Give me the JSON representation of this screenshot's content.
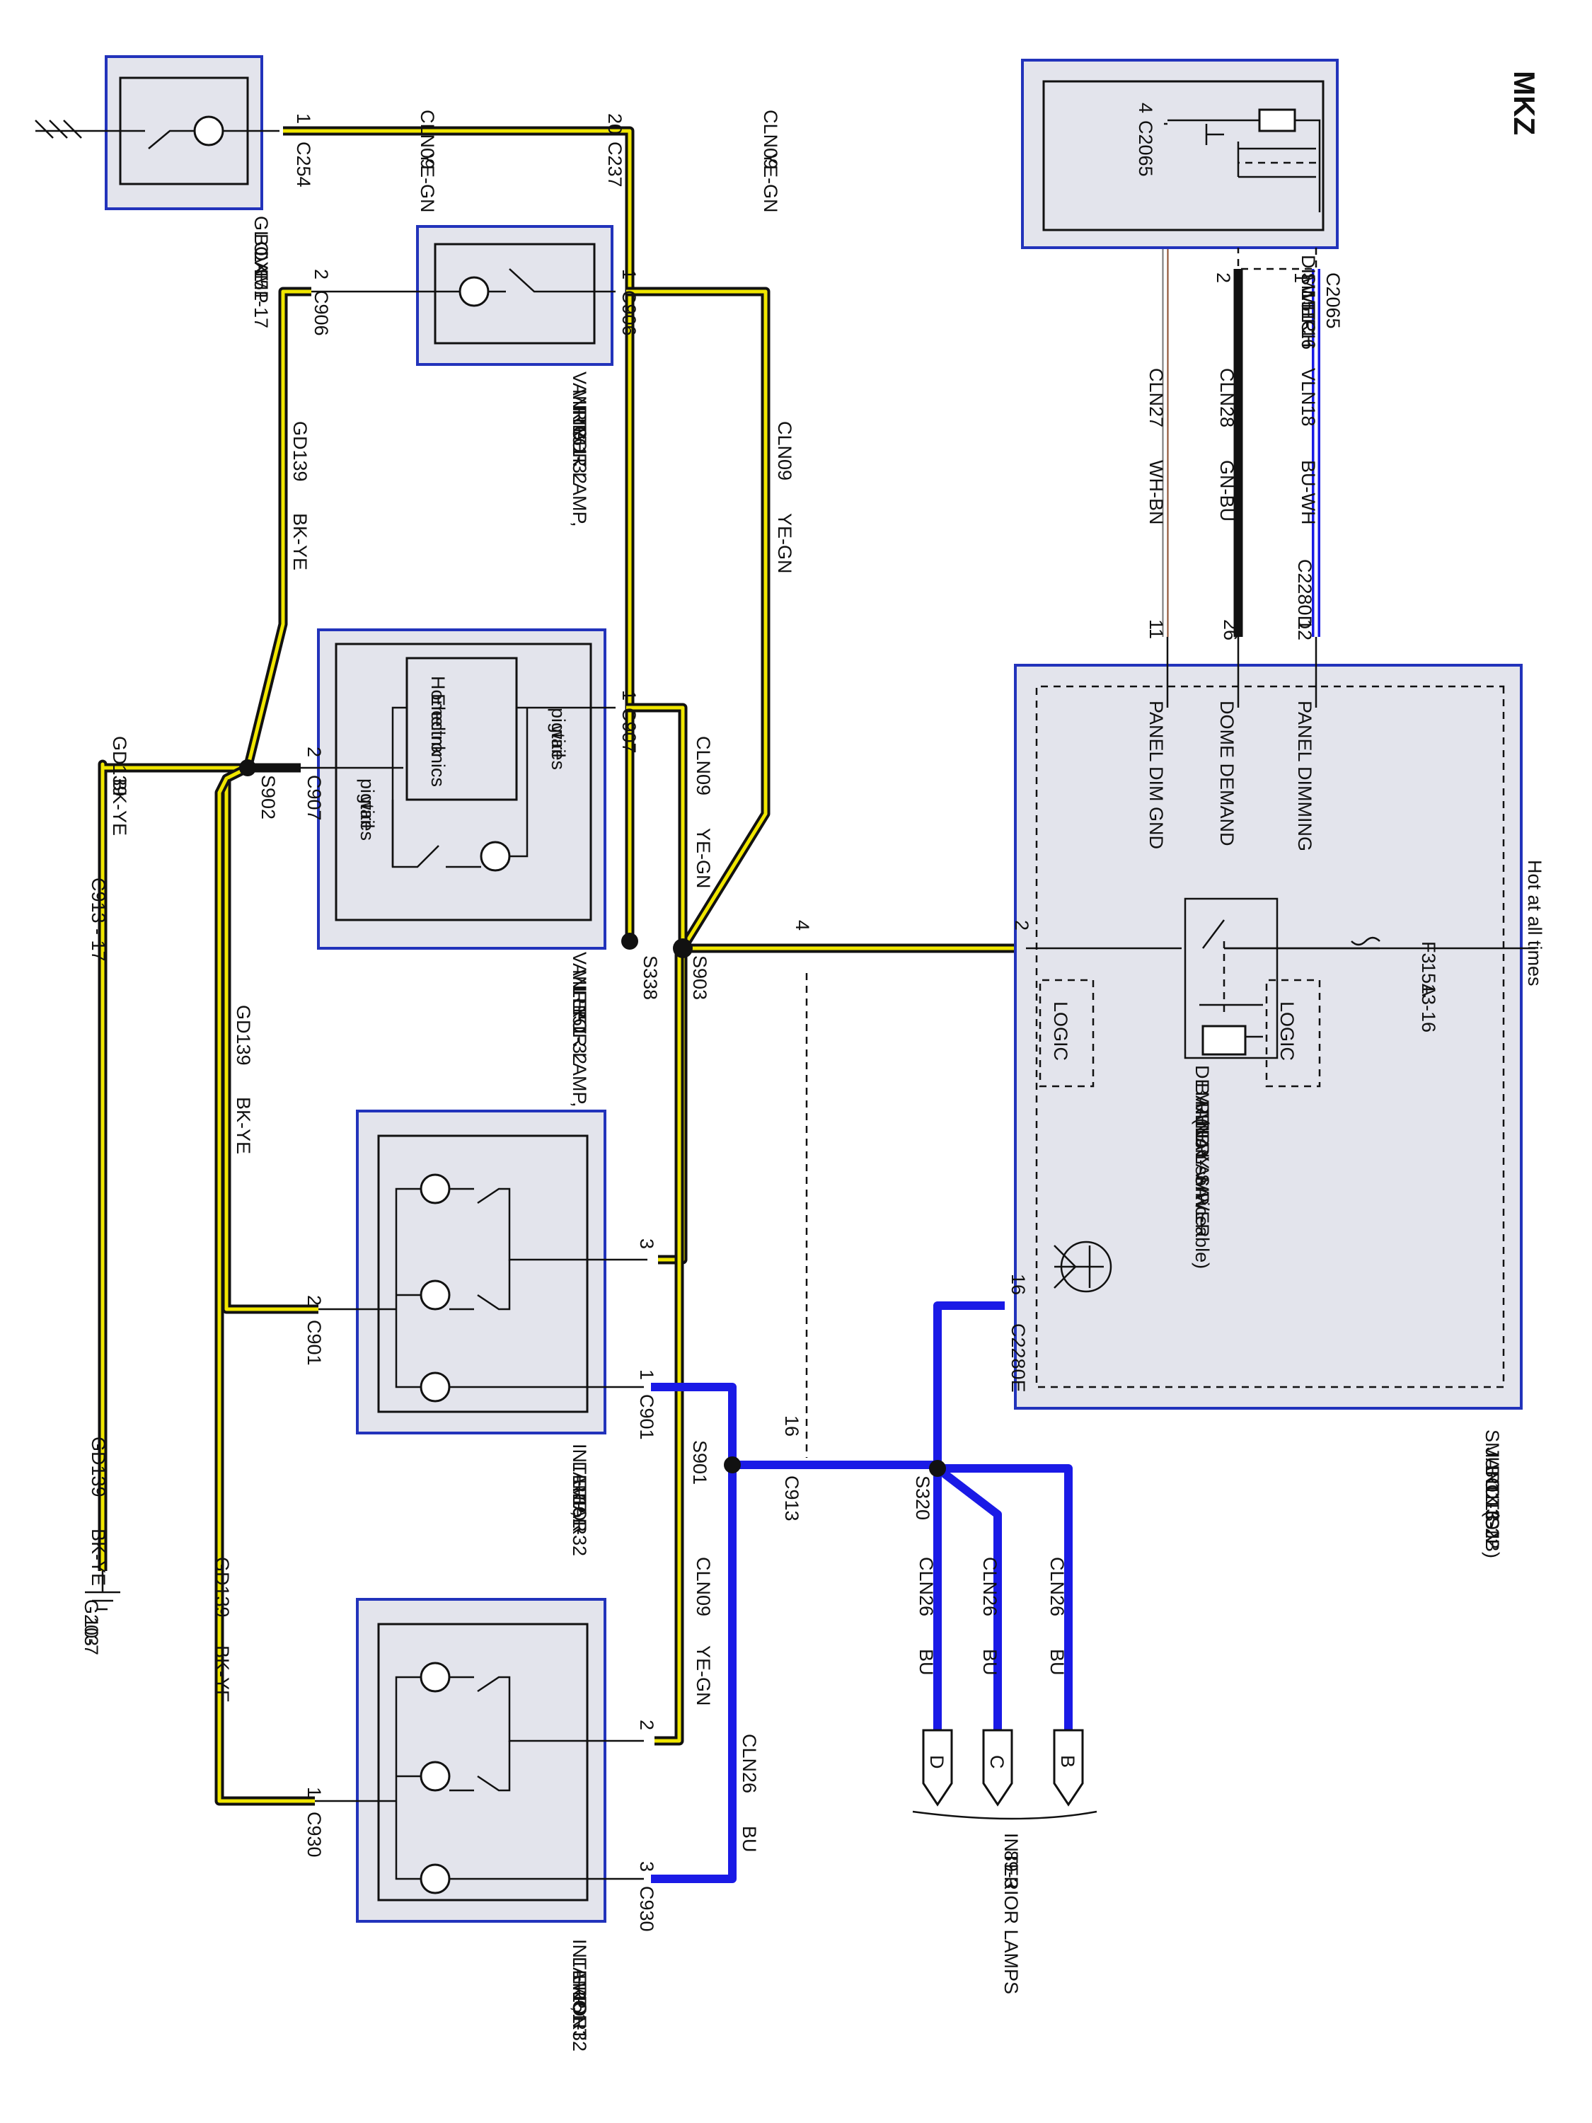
{
  "model": "MKZ",
  "components": {
    "glove_box_lamp": [
      "GLOVE",
      "BOX",
      "LAMP",
      "151-17"
    ],
    "dimmer_switch": [
      "DIMMER",
      "SWITCH",
      "151-16"
    ],
    "vanity_right": [
      "VANITY",
      "MIRROR LAMP,",
      "RIGHT",
      "151-32"
    ],
    "vanity_left": [
      "VANITY",
      "MIRROR LAMP,",
      "LEFT",
      "151-32"
    ],
    "homelink": [
      "Homelink",
      "Electronics"
    ],
    "pigtail": [
      "pigtail",
      "wires"
    ],
    "interior_rear": [
      "INTERIOR",
      "LAMP,",
      "REAR",
      "151-32"
    ],
    "interior_front": [
      "INTERIOR",
      "LAMP,",
      "FRONT",
      "151-32"
    ],
    "sjb": [
      "SMART",
      "JUNCTION",
      "BOX (SJB)",
      "11-3",
      "13-22"
    ],
    "interior_lamps": [
      "INTERIOR LAMPS",
      "89-3"
    ],
    "ground": [
      "G203",
      "10-7"
    ]
  },
  "sjb_internal": {
    "hot": "Hot at all times",
    "fuse": [
      "F3",
      "15A",
      "13-16"
    ],
    "relay": [
      "DEMAND LAMP/",
      "BATTERY SAVER",
      "RELAY",
      "(Non-serviceable)"
    ],
    "logic": "LOGIC",
    "panel_dimming": "PANEL DIMMING",
    "dome_demand": "DOME DEMAND",
    "panel_dim_gnd": "PANEL DIM GND"
  },
  "connectors": {
    "c254": "C254",
    "c237": "C237",
    "c2065": "C2065",
    "c906": "C906",
    "c2280d": "C2280D",
    "c907": "C907",
    "c913_17": "C913 - 17",
    "c901": "C901",
    "c2280e": "C2280E",
    "c913": "C913",
    "c930": "C930"
  },
  "splices": {
    "s902": "S902",
    "s903": "S903",
    "s338": "S338",
    "s901": "S901",
    "s320": "S320"
  },
  "pins": {
    "p1": "1",
    "p2": "2",
    "p3": "3",
    "p4": "4",
    "p11": "11",
    "p12": "12",
    "p16": "16",
    "p20": "20",
    "p26": "26"
  },
  "circuits": {
    "cln09": "CLN09",
    "ye_gn": "YE-GN",
    "cln27": "CLN27",
    "wh_bn": "WH-BN",
    "cln28": "CLN28",
    "gn_bu": "GN-BU",
    "vln18": "VLN18",
    "bu_wh": "BU-WH",
    "gd139": "GD139",
    "bk_ye": "BK-YE",
    "cln26": "CLN26",
    "bu": "BU"
  },
  "lamp_plugs": [
    "B",
    "C",
    "D"
  ],
  "colors": {
    "component_border": "#2233bb",
    "component_fill": "#e3e4ec",
    "yellow_wire": "#f0e600",
    "blue_wire": "#1a1ae6",
    "brown_wire": "#8a4a2a"
  }
}
